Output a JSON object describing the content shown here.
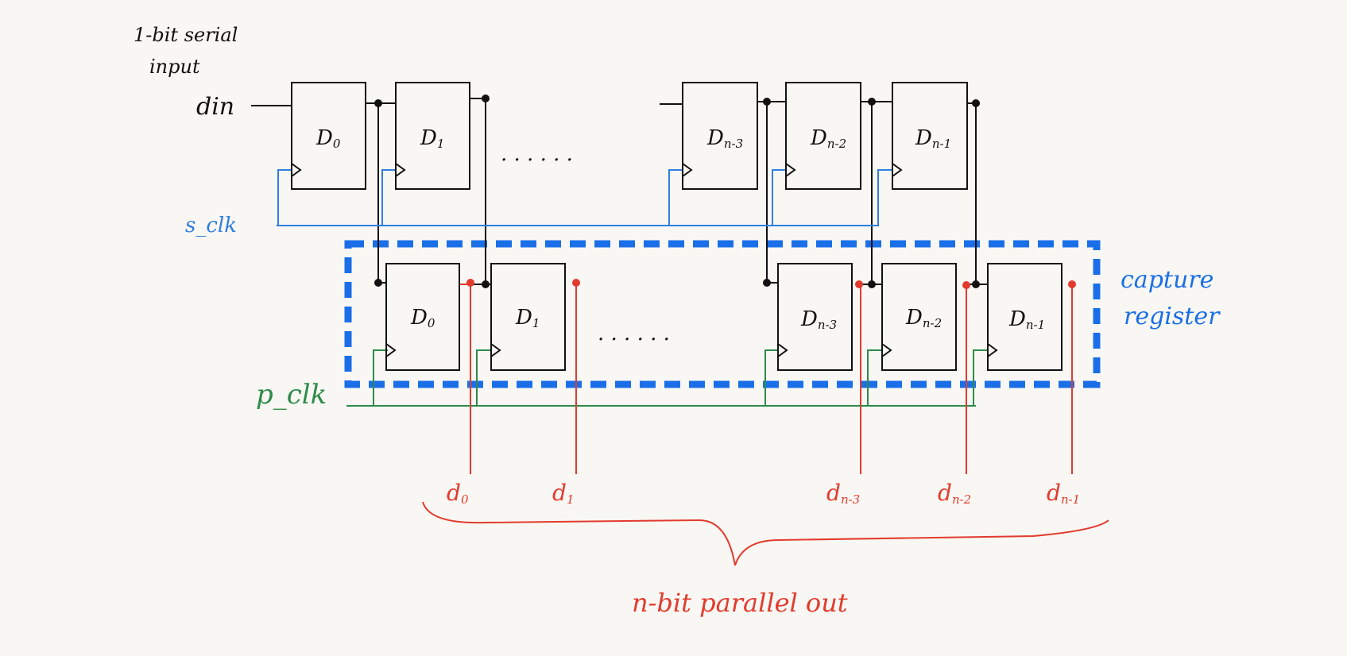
{
  "labels": {
    "input_title_line1": "1-bit serial",
    "input_title_line2": "input",
    "din": "din",
    "s_clk": "s_clk",
    "p_clk": "p_clk",
    "capture_line1": "capture",
    "capture_line2": "register",
    "parallel_out": "n-bit parallel out",
    "ellipsis": ". . . . . ."
  },
  "shift_register": [
    {
      "label": "D",
      "sub": "0"
    },
    {
      "label": "D",
      "sub": "1"
    },
    {
      "label": "D",
      "sub": "n-3"
    },
    {
      "label": "D",
      "sub": "n-2"
    },
    {
      "label": "D",
      "sub": "n-1"
    }
  ],
  "capture_register": [
    {
      "label": "D",
      "sub": "0"
    },
    {
      "label": "D",
      "sub": "1"
    },
    {
      "label": "D",
      "sub": "n-3"
    },
    {
      "label": "D",
      "sub": "n-2"
    },
    {
      "label": "D",
      "sub": "n-1"
    }
  ],
  "outputs": [
    {
      "label": "d",
      "sub": "0"
    },
    {
      "label": "d",
      "sub": "1"
    },
    {
      "label": "d",
      "sub": "n-3"
    },
    {
      "label": "d",
      "sub": "n-2"
    },
    {
      "label": "d",
      "sub": "n-1"
    }
  ],
  "colors": {
    "wire": "#111111",
    "s_clk": "#2f7fe0",
    "p_clk": "#2e8b4a",
    "output": "#e23b2e",
    "capture_box": "#1a6fe8"
  }
}
